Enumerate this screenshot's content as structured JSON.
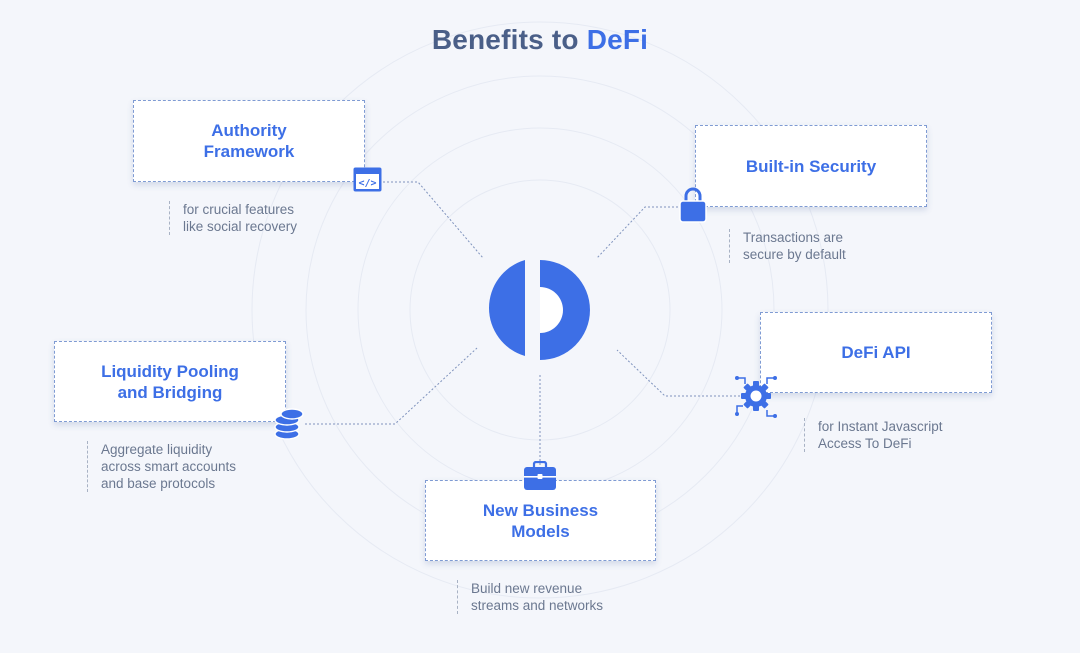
{
  "title": {
    "prefix": "Benefits to",
    "accent": "DeFi"
  },
  "colors": {
    "accent": "#3d6fe6",
    "title": "#4a5f88",
    "text": "#6b7890",
    "background": "#f4f6fb"
  },
  "center_logo": {
    "icon": "defi-logo-icon"
  },
  "benefits": [
    {
      "title": "Authority\nFramework",
      "description": "for crucial features\nlike social recovery",
      "icon": "code-window-icon"
    },
    {
      "title": "Built-in Security",
      "description": "Transactions are\nsecure by default",
      "icon": "padlock-icon"
    },
    {
      "title": "DeFi API",
      "description": "for Instant Javascript\nAccess To DeFi",
      "icon": "gear-circuit-icon"
    },
    {
      "title": "New Business\nModels",
      "description": "Build new revenue\nstreams and networks",
      "icon": "briefcase-icon"
    },
    {
      "title": "Liquidity Pooling\nand Bridging",
      "description": "Aggregate liquidity\nacross smart accounts\nand base protocols",
      "icon": "coin-stack-icon"
    }
  ]
}
